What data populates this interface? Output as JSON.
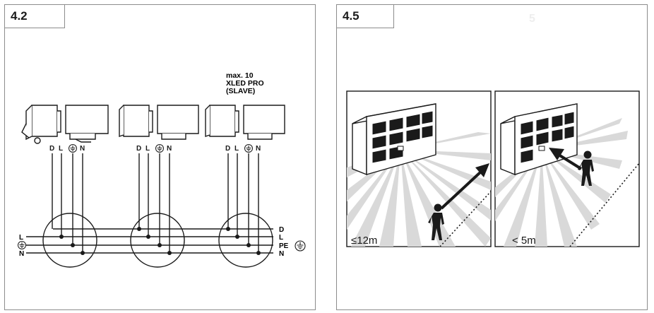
{
  "panel_a": {
    "label": "4.2",
    "slave_note": [
      "max. 10",
      "XLED PRO",
      "(SLAVE)"
    ],
    "terminal_letters": [
      "D",
      "L",
      "N"
    ],
    "line_labels_left": [
      "L",
      "N"
    ],
    "line_labels_right": [
      "D",
      "L",
      "PE",
      "N"
    ],
    "earth_symbol": "earth-ground-icon"
  },
  "panel_b": {
    "label": "4.5",
    "ghost_label": "5",
    "scene_left_distance": "≤12m",
    "scene_right_distance": "< 5m"
  },
  "colors": {
    "ink": "#1a1a1a",
    "border": "#8c8c8c",
    "rays": "#d9d9d9"
  }
}
